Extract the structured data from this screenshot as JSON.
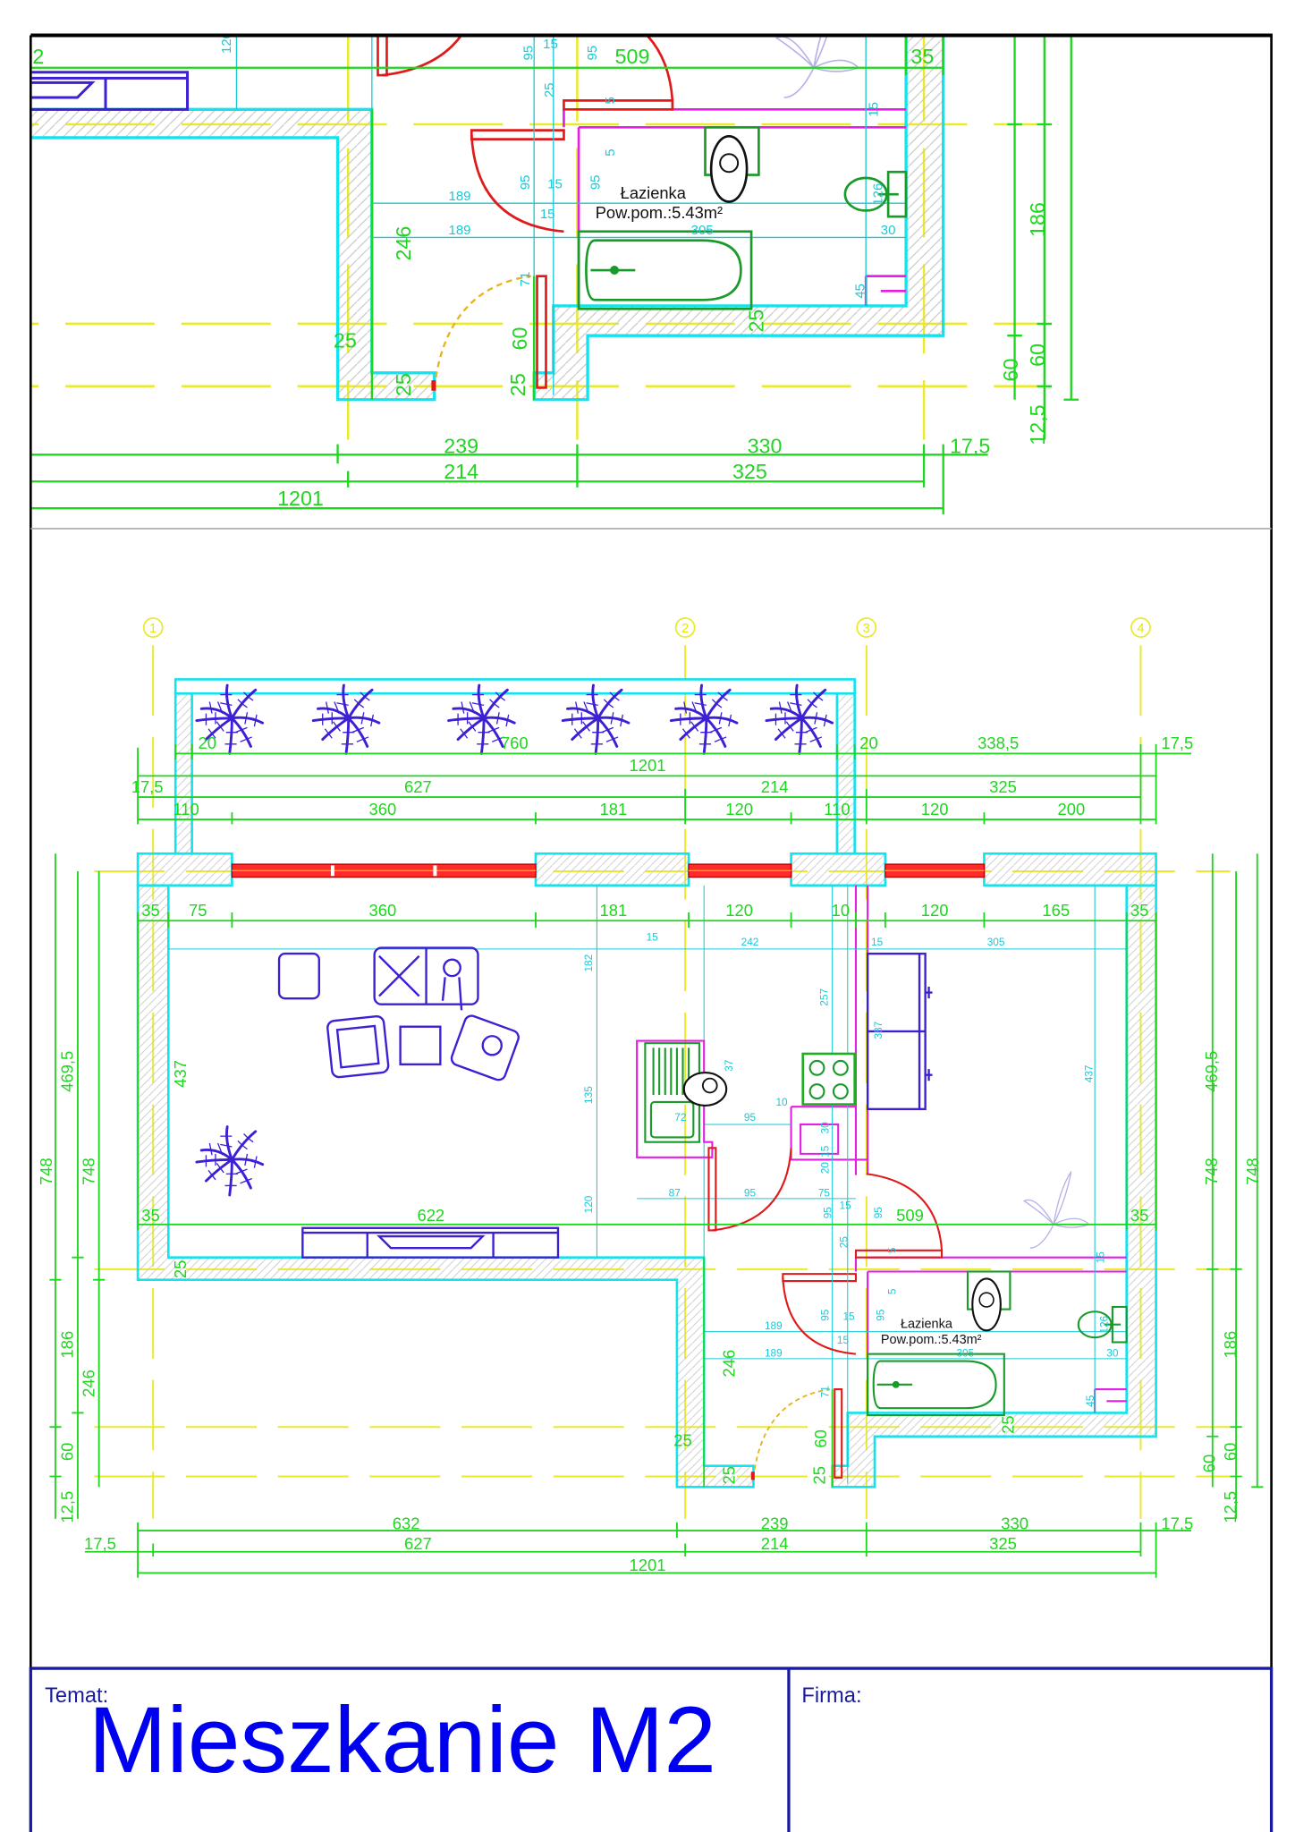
{
  "title_block": {
    "subject_label": "Temat:",
    "subject": "Mieszkanie M2",
    "company_label": "Firma:"
  },
  "plan": {
    "grid_axes": [
      "1",
      "2",
      "3",
      "4"
    ],
    "balcony_row": [
      "20",
      "760",
      "20",
      "338,5",
      "17,5"
    ],
    "overall_top": [
      "1201"
    ],
    "top_row2": [
      "17,5",
      "627",
      "214",
      "325"
    ],
    "top_row3": [
      "110",
      "360",
      "181",
      "120",
      "110",
      "120",
      "200"
    ],
    "inner_row_top": [
      "35",
      "75",
      "360",
      "181",
      "120",
      "10",
      "120",
      "165",
      "35"
    ],
    "inner_row_bottom": [
      "35",
      "622",
      "509",
      "35"
    ],
    "left_vertical": [
      "748",
      "469,5",
      "748",
      "437",
      "186",
      "246",
      "60",
      "12,5",
      "25"
    ],
    "right_vertical": [
      "469,5",
      "748",
      "748",
      "186",
      "60",
      "60",
      "12,5"
    ],
    "corridor_dims": [
      "246",
      "60",
      "25",
      "25",
      "25",
      "25"
    ],
    "bottom_row1": [
      "632",
      "239",
      "330",
      "17,5"
    ],
    "bottom_row2": [
      "17,5",
      "627",
      "214",
      "325"
    ],
    "bottom_row3": [
      "1201"
    ],
    "interior_dims": [
      "15",
      "242",
      "15",
      "305",
      "182",
      "135",
      "120",
      "257",
      "387",
      "437",
      "37",
      "72",
      "95",
      "10",
      "30",
      "15",
      "20",
      "87",
      "95",
      "75",
      "15",
      "95",
      "95",
      "25",
      "5",
      "5",
      "15"
    ],
    "bathroom": {
      "name": "Łazienka",
      "area": "Pow.pom.:5.43m²",
      "dims": [
        "189",
        "15",
        "95",
        "95",
        "15",
        "189",
        "305",
        "30",
        "45",
        "71",
        "126"
      ]
    }
  },
  "colors": {
    "dimension": "#1fd61f",
    "wall": "#13e3ee",
    "window": "#e01a1a",
    "furniture": "#3d1fd4",
    "partition": "#e21fe2",
    "axis": "#eaea2a",
    "title": "#0000f0"
  }
}
